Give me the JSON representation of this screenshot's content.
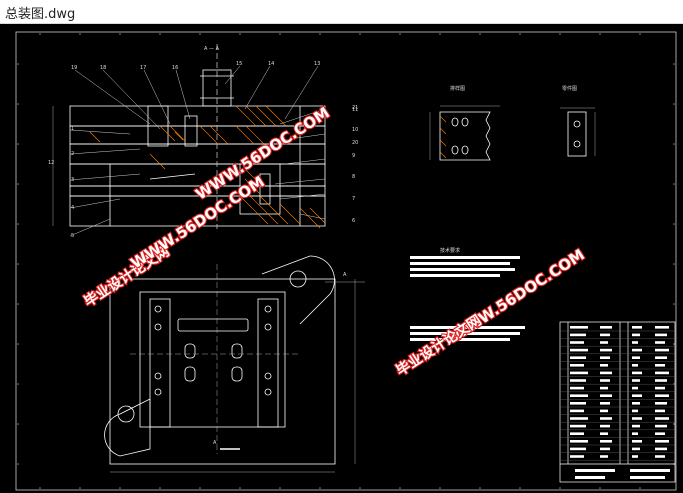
{
  "window": {
    "title": "总装图.dwg"
  },
  "drawing": {
    "view_labels": {
      "section": "A — A",
      "detail_left": "排样图",
      "detail_right": "零件图",
      "tech_heading": "技术要求"
    },
    "plan_marks": {
      "cut_top": "A",
      "cut_bottom": "A"
    },
    "callouts_left": [
      "19",
      "18",
      "17",
      "16",
      "15",
      "14",
      "13",
      "12"
    ],
    "callouts_side_left": [
      "1",
      "2",
      "3",
      "4",
      "5"
    ],
    "callouts_right": [
      "11",
      "10",
      "9",
      "8",
      "7",
      "6"
    ],
    "callouts_top_right": [
      "21",
      "20"
    ]
  },
  "watermarks": {
    "main_cn": "毕业设计论文网",
    "main_url": "WWW.56DOC.COM",
    "top_url": "WWW.56DOC.COM",
    "right_url": "WWW.56DOC.COM",
    "right_cn": "毕业设计论文网"
  },
  "colors": {
    "background": "#000000",
    "line": "#ffffff",
    "frame": "#cccccc",
    "hatch": "#ff7f00",
    "watermark_fill": "#ffffff",
    "watermark_stroke": "#e02020"
  }
}
